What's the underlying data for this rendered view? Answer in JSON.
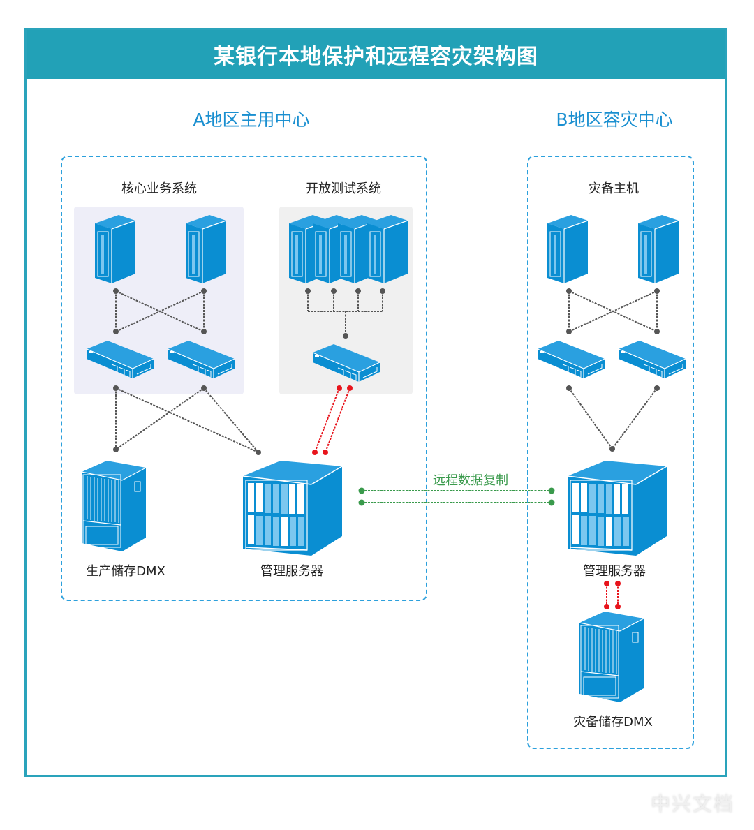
{
  "title": "某银行本地保护和远程容灾架构图",
  "regions": {
    "a": {
      "title": "A地区主用中心"
    },
    "b": {
      "title": "B地区容灾中心"
    }
  },
  "groups": {
    "core": {
      "label": "核心业务系统",
      "panel_color": "#eeeef8"
    },
    "open_test": {
      "label": "开放测试系统",
      "panel_color": "#f0f0f0"
    },
    "dr_host": {
      "label": "灾备主机"
    }
  },
  "devices": {
    "prod_storage": {
      "label": "生产储存DMX",
      "icon": "storage-array-icon"
    },
    "mgmt_server_a": {
      "label": "管理服务器",
      "icon": "blade-chassis-icon"
    },
    "mgmt_server_b": {
      "label": "管理服务器",
      "icon": "blade-chassis-icon"
    },
    "dr_storage": {
      "label": "灾备储存DMX",
      "icon": "storage-array-icon"
    }
  },
  "links": {
    "replication": {
      "label": "远程数据复制",
      "color": "#3a9a4c"
    },
    "fc_link_color": "#e8141c",
    "lan_link_color": "#555555"
  },
  "colors": {
    "accent": "#22a1b7",
    "device_blue": "#0a8ed2",
    "region_title": "#1a8fd0",
    "dashed_border": "#2ca0dc"
  },
  "watermark": "中兴文档"
}
